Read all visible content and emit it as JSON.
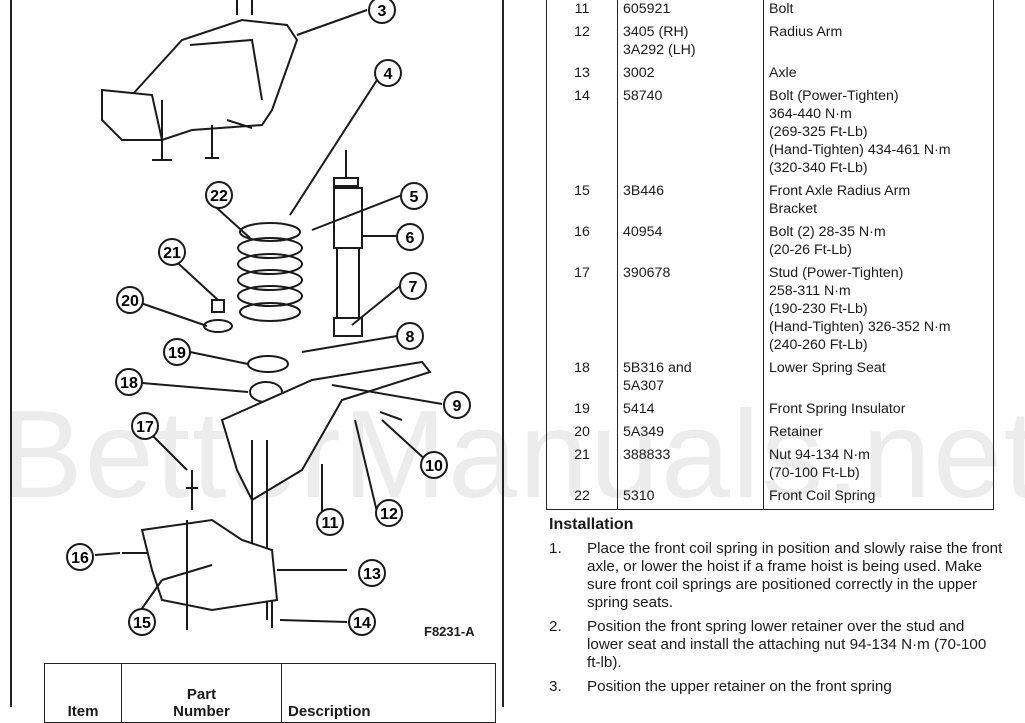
{
  "watermark": "BetterManuals.net",
  "figure": {
    "id": "F8231-A",
    "callouts": [
      "3",
      "4",
      "5",
      "6",
      "7",
      "8",
      "9",
      "10",
      "11",
      "12",
      "13",
      "14",
      "15",
      "16",
      "17",
      "18",
      "19",
      "20",
      "21",
      "22"
    ]
  },
  "bottom_table": {
    "headers": {
      "item": "Item",
      "part": "Part\nNumber",
      "description": "Description"
    }
  },
  "parts_table": {
    "rows": [
      {
        "item": "11",
        "part": "605921",
        "description": "Bolt"
      },
      {
        "item": "12",
        "part": "3405 (RH)\n3A292 (LH)",
        "description": "Radius Arm"
      },
      {
        "item": "13",
        "part": "3002",
        "description": "Axle"
      },
      {
        "item": "14",
        "part": "58740",
        "description": "Bolt (Power-Tighten)\n364-440 N·m\n(269-325 Ft-Lb)\n(Hand-Tighten) 434-461 N·m\n(320-340 Ft-Lb)"
      },
      {
        "item": "15",
        "part": "3B446",
        "description": "Front Axle Radius Arm\nBracket"
      },
      {
        "item": "16",
        "part": "40954",
        "description": "Bolt (2) 28-35 N·m\n(20-26 Ft-Lb)"
      },
      {
        "item": "17",
        "part": "390678",
        "description": "Stud (Power-Tighten)\n258-311 N·m\n(190-230 Ft-Lb)\n(Hand-Tighten) 326-352 N·m\n(240-260 Ft-Lb)"
      },
      {
        "item": "18",
        "part": "5B316 and\n5A307",
        "description": "Lower Spring Seat"
      },
      {
        "item": "19",
        "part": "5414",
        "description": "Front Spring Insulator"
      },
      {
        "item": "20",
        "part": "5A349",
        "description": "Retainer"
      },
      {
        "item": "21",
        "part": "388833",
        "description": "Nut 94-134 N·m\n(70-100 Ft-Lb)"
      },
      {
        "item": "22",
        "part": "5310",
        "description": "Front Coil Spring"
      }
    ]
  },
  "installation": {
    "title": "Installation",
    "steps": [
      {
        "num": "1.",
        "text": "Place the front coil spring in position and slowly raise the front axle, or lower the hoist if a frame hoist is being used. Make sure front coil springs are positioned correctly in the upper spring seats."
      },
      {
        "num": "2.",
        "text": "Position the front spring lower retainer over the stud and lower seat and install the attaching nut 94-134 N·m (70-100 ft-lb)."
      },
      {
        "num": "3.",
        "text": "Position the upper retainer on the front spring"
      }
    ]
  }
}
